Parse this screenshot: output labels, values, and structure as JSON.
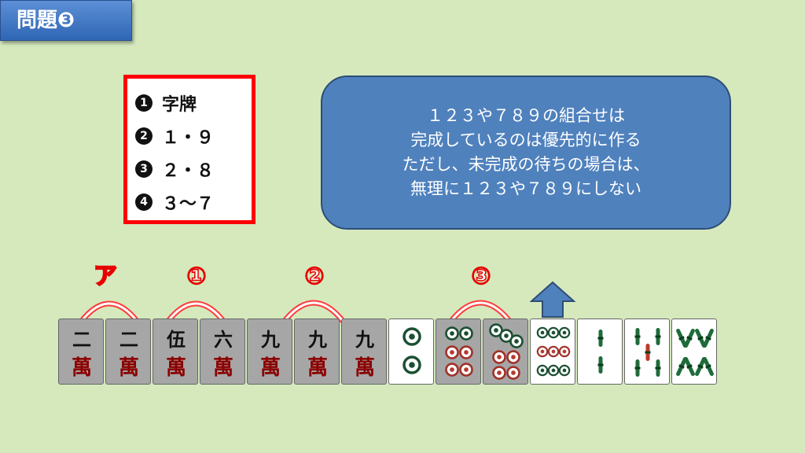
{
  "header": {
    "title": "問題❸"
  },
  "legend": {
    "items": [
      {
        "num": "1",
        "label": "字牌"
      },
      {
        "num": "2",
        "label": "１・９"
      },
      {
        "num": "3",
        "label": "２・８"
      },
      {
        "num": "4",
        "label": "３～７"
      }
    ]
  },
  "note": {
    "lines": [
      "１２３や７８９の組合せは",
      "完成しているのは優先的に作る",
      "ただし、未完成の待ちの場合は、",
      "無理に１２３や７８９にしない"
    ]
  },
  "markers": [
    {
      "label": "ア"
    },
    {
      "label": "①"
    },
    {
      "label": "②"
    },
    {
      "label": "③"
    }
  ],
  "tiles": [
    {
      "suit": "man",
      "rank": "二",
      "shade": "dark"
    },
    {
      "suit": "man",
      "rank": "二",
      "shade": "dark"
    },
    {
      "suit": "man",
      "rank": "伍",
      "shade": "dark"
    },
    {
      "suit": "man",
      "rank": "六",
      "shade": "dark"
    },
    {
      "suit": "man",
      "rank": "九",
      "shade": "dark"
    },
    {
      "suit": "man",
      "rank": "九",
      "shade": "dark"
    },
    {
      "suit": "man",
      "rank": "九",
      "shade": "dark"
    },
    {
      "suit": "pin",
      "rank": "2",
      "shade": "light"
    },
    {
      "suit": "pin",
      "rank": "6",
      "shade": "dark"
    },
    {
      "suit": "pin",
      "rank": "7",
      "shade": "dark"
    },
    {
      "suit": "pin",
      "rank": "9",
      "shade": "light"
    },
    {
      "suit": "sou",
      "rank": "2",
      "shade": "light"
    },
    {
      "suit": "sou",
      "rank": "5",
      "shade": "light"
    },
    {
      "suit": "sou",
      "rank": "8",
      "shade": "light"
    }
  ],
  "man_glyph": "萬",
  "colors": {
    "accent_red": "#ff0000",
    "note_blue": "#4f81bd",
    "arrow_blue": "#4f81bd",
    "man_red": "#8b0000",
    "pin_green": "#1e6b3a"
  }
}
